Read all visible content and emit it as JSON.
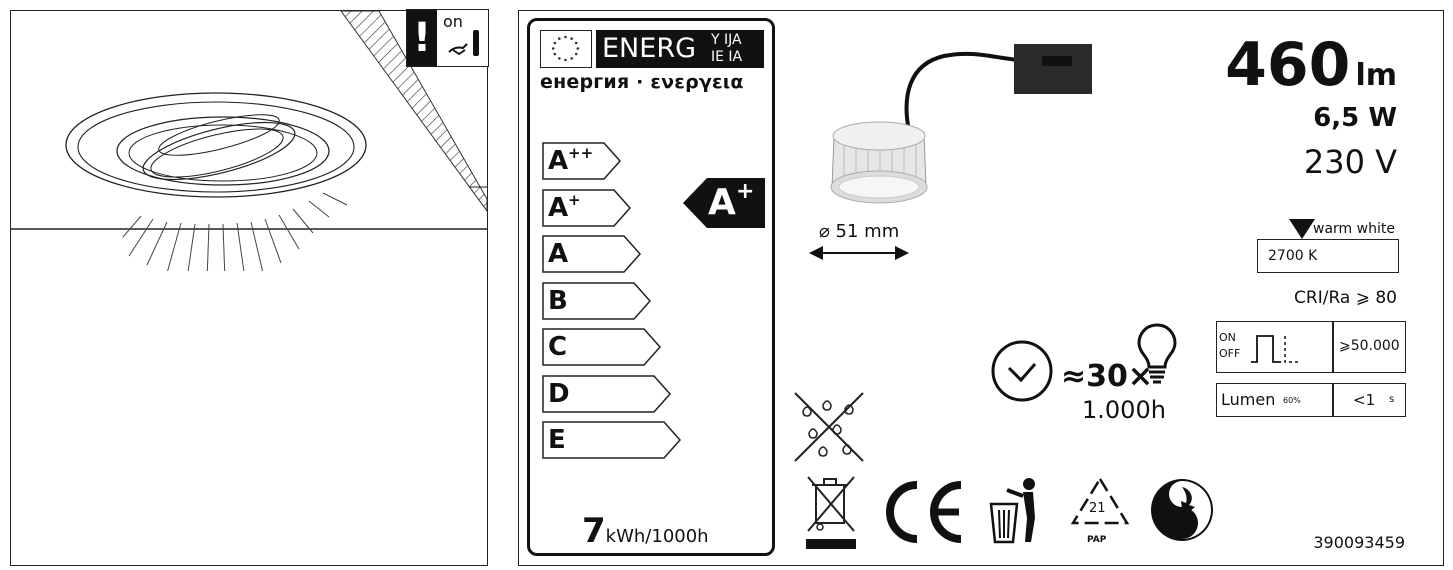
{
  "installation": {
    "on_label": "on"
  },
  "energy_label": {
    "header_text": "ENERG",
    "header_suffix_top": "Y IJA",
    "header_suffix_bottom": "IE IA",
    "languages": "енергия · ενεργεια",
    "classes": [
      {
        "main": "A",
        "sup": "++"
      },
      {
        "main": "A",
        "sup": "+"
      },
      {
        "main": "A",
        "sup": ""
      },
      {
        "main": "B",
        "sup": ""
      },
      {
        "main": "C",
        "sup": ""
      },
      {
        "main": "D",
        "sup": ""
      },
      {
        "main": "E",
        "sup": ""
      }
    ],
    "rating": {
      "main": "A",
      "sup": "+"
    },
    "consumption_value": "7",
    "consumption_unit": "kWh/1000h"
  },
  "product": {
    "diameter": "⌀ 51 mm",
    "lumen_value": "460",
    "lumen_unit": "lm",
    "wattage": "6,5 W",
    "voltage": "230 V",
    "color_name": "warm white",
    "color_temp": "2700 K",
    "cri": "CRI/Ra ⩾ 80",
    "switch_on": "ON",
    "switch_off": "OFF",
    "switch_cycles": "⩾50.000",
    "lumen_label": "Lumen",
    "lumen_pct": "60%",
    "startup_value": "<1",
    "startup_unit": "s",
    "lifetime_multiplier": "≈30×",
    "lifetime_hours": "1.000h",
    "recycle_number": "21",
    "recycle_code": "PAP",
    "article_number": "390093459"
  }
}
